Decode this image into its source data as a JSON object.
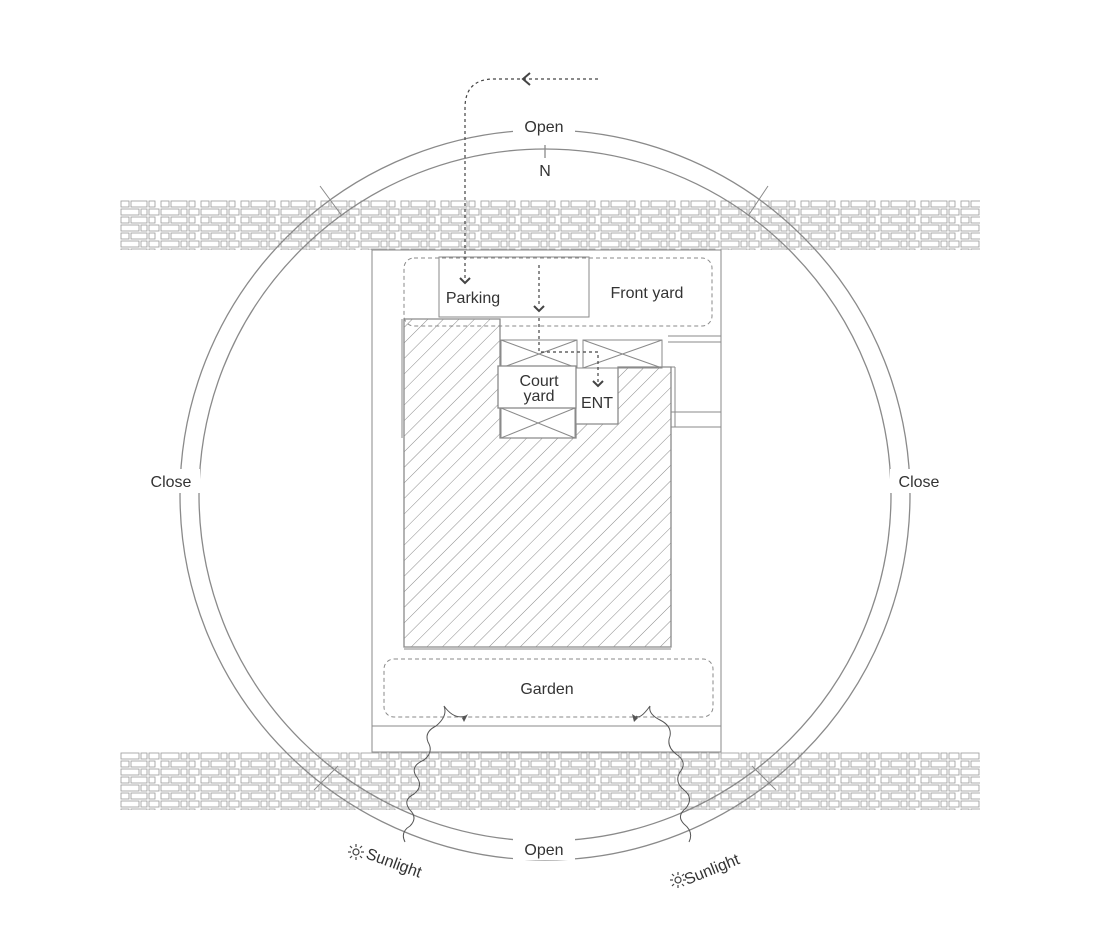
{
  "orientation": {
    "north": "N",
    "top": "Open",
    "bottom": "Open",
    "left": "Close",
    "right": "Close"
  },
  "zones": {
    "parking": "Parking",
    "front_yard": "Front yard",
    "court_yard_line1": "Court",
    "court_yard_line2": "yard",
    "entrance": "ENT",
    "garden": "Garden"
  },
  "sunlight": {
    "left": "Sunlight",
    "right": "Sunlight",
    "icon": "sun-icon"
  },
  "colors": {
    "line": "#8a8a8a",
    "text": "#333333",
    "hatch": "#8a8a8a"
  }
}
